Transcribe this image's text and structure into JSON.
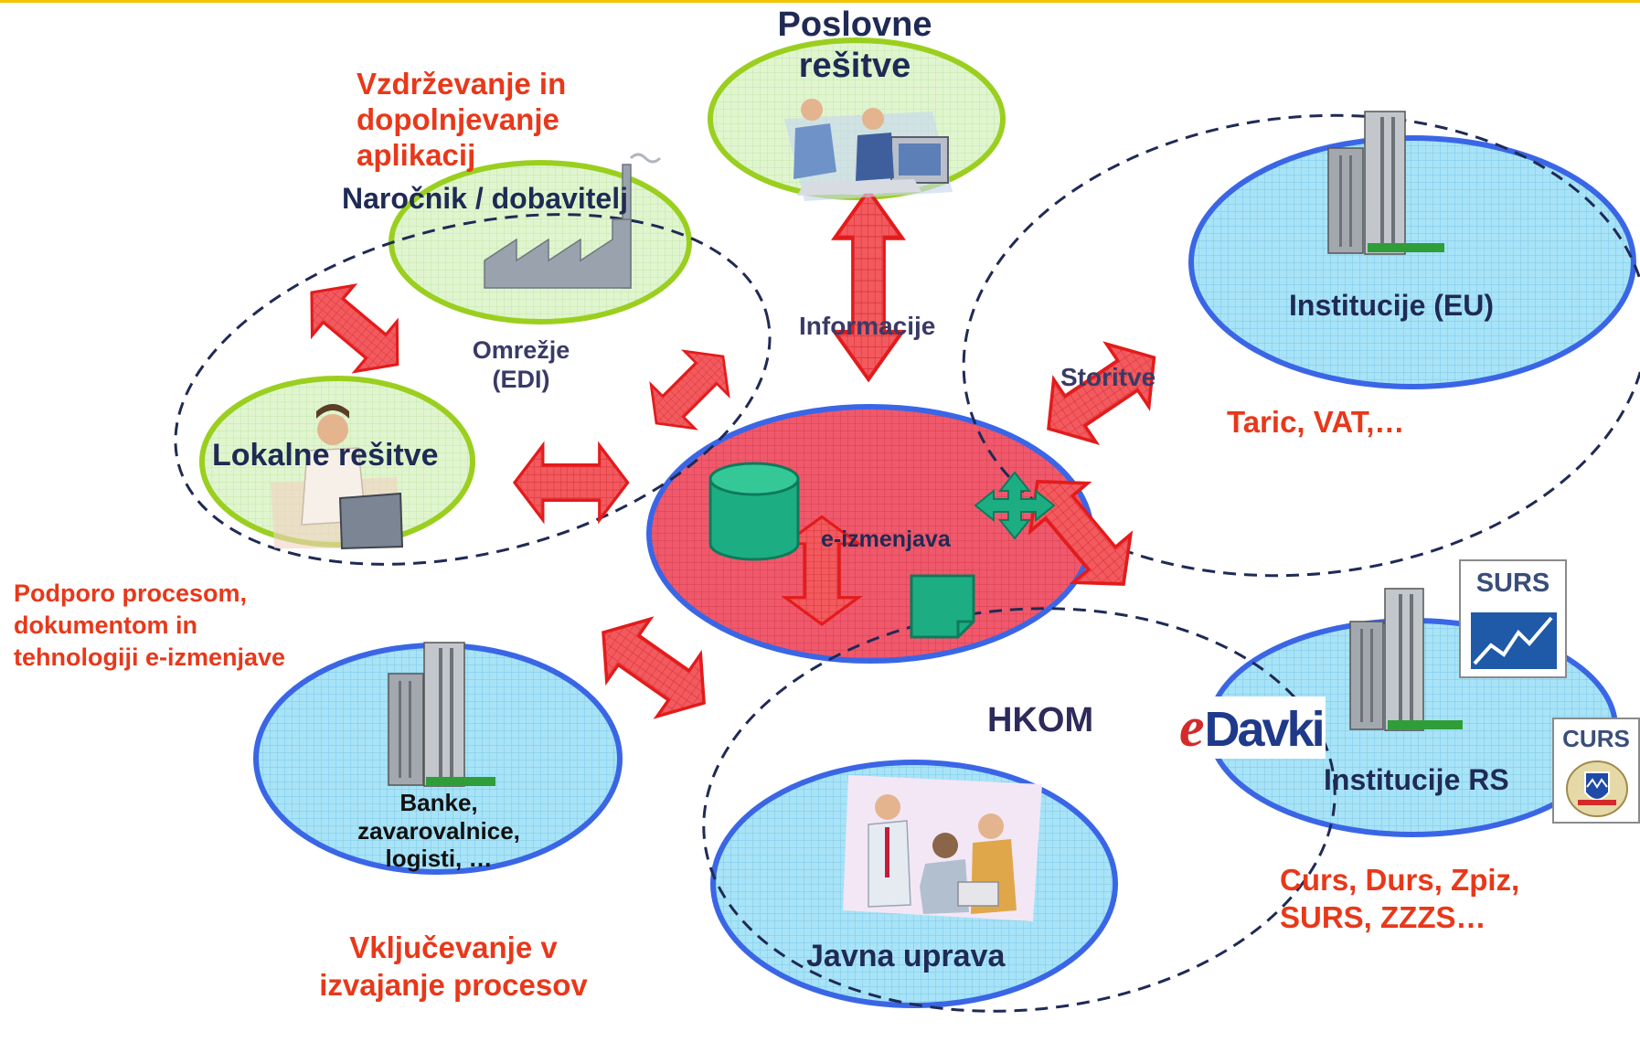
{
  "nodes": {
    "poslovne": "Poslovne\nrešitve",
    "narocnik": "Naročnik / dobavitelj",
    "lokalne": "Lokalne rešitve",
    "eizmenjava": "e-izmenjava",
    "institucije_eu": "Institucije (EU)",
    "institucije_rs": "Institucije RS",
    "banke": "Banke,\nzavarovalnice,\nlogisti, …",
    "javna_uprava": "Javna uprava"
  },
  "links": {
    "informacije": "Informacije",
    "storitve": "Storitve",
    "omrezje": "Omrežje\n(EDI)",
    "hkom": "HKOM"
  },
  "notes": {
    "vzdrzevanje": "Vzdrževanje in\ndopolnjevanje\naplikacij",
    "taric": "Taric, VAT,…",
    "podporo": "Podporo procesom,\ndokumentom in\ntehnologiji  e-izmenjave",
    "vkljucevanje": "Vključevanje v\nizvajanje procesov",
    "curs_durs": "Curs, Durs, Zpiz,\nSURS, ZZZS…"
  },
  "logos": {
    "surs": "SURS",
    "curs": "CURS",
    "edavki_e": "e",
    "edavki_rest": "Davki"
  },
  "colors": {
    "top_rule": "#f2c500",
    "blue_oval_fill": "#a8e3f7",
    "blue_oval_stroke": "#3a66e6",
    "green_oval_fill": "#e0f5cf",
    "green_oval_stroke": "#9bcf1f",
    "center_fill": "#f0596c",
    "arrow_fill": "#f25a5e",
    "arrow_stroke": "#e31b1b",
    "teal_icons": "#1cae82",
    "navy_text": "#1f2a55",
    "red_text": "#e8381a",
    "dashed_line": "#1f2a55"
  }
}
